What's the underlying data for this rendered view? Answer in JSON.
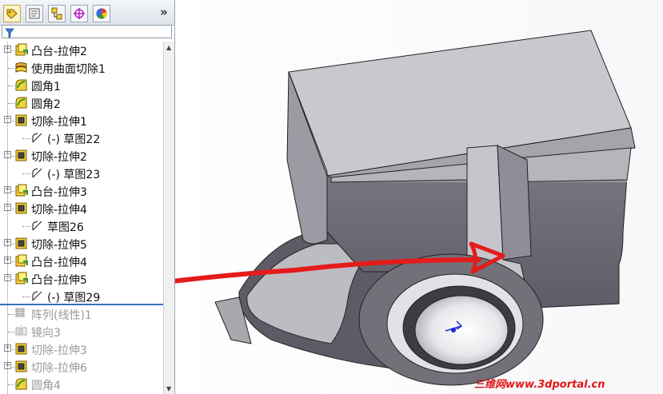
{
  "feature_manager": {
    "tabs": [
      {
        "name": "feature-manager-tab",
        "icon": "feature-tree-icon",
        "active": true
      },
      {
        "name": "property-manager-tab",
        "icon": "property-manager-icon",
        "active": false
      },
      {
        "name": "configuration-manager-tab",
        "icon": "configuration-manager-icon",
        "active": false
      },
      {
        "name": "dimxpert-manager-tab",
        "icon": "dimxpert-icon",
        "active": false
      },
      {
        "name": "display-manager-tab",
        "icon": "display-manager-icon",
        "active": false
      }
    ],
    "more_label": "»",
    "filter_icon": "filter-icon",
    "tree": [
      {
        "label": "凸台-拉伸2",
        "icon": "boss-extrude-icon",
        "expandable": true,
        "level": 0,
        "suppressed": false
      },
      {
        "label": "使用曲面切除1",
        "icon": "surface-cut-icon",
        "expandable": false,
        "level": 0,
        "suppressed": false
      },
      {
        "label": "圆角1",
        "icon": "fillet-icon",
        "expandable": false,
        "level": 0,
        "suppressed": false
      },
      {
        "label": "圆角2",
        "icon": "fillet-icon",
        "expandable": false,
        "level": 0,
        "suppressed": false
      },
      {
        "label": "切除-拉伸1",
        "icon": "cut-extrude-icon",
        "expandable": true,
        "expanded": true,
        "level": 0,
        "suppressed": false
      },
      {
        "label": "(-) 草图22",
        "icon": "sketch-icon",
        "expandable": false,
        "level": 1,
        "suppressed": false
      },
      {
        "label": "切除-拉伸2",
        "icon": "cut-extrude-icon",
        "expandable": true,
        "expanded": true,
        "level": 0,
        "suppressed": false
      },
      {
        "label": "(-) 草图23",
        "icon": "sketch-icon",
        "expandable": false,
        "level": 1,
        "suppressed": false
      },
      {
        "label": "凸台-拉伸3",
        "icon": "boss-extrude-icon",
        "expandable": true,
        "level": 0,
        "suppressed": false
      },
      {
        "label": "切除-拉伸4",
        "icon": "cut-extrude-icon",
        "expandable": true,
        "expanded": true,
        "level": 0,
        "suppressed": false
      },
      {
        "label": "草图26",
        "icon": "sketch-icon",
        "expandable": false,
        "level": 1,
        "suppressed": false
      },
      {
        "label": "切除-拉伸5",
        "icon": "cut-extrude-icon",
        "expandable": true,
        "level": 0,
        "suppressed": false
      },
      {
        "label": "凸台-拉伸4",
        "icon": "boss-extrude-icon",
        "expandable": true,
        "level": 0,
        "suppressed": false
      },
      {
        "label": "凸台-拉伸5",
        "icon": "boss-extrude-icon",
        "expandable": true,
        "expanded": true,
        "level": 0,
        "suppressed": false
      },
      {
        "label": "(-) 草图29",
        "icon": "sketch-icon",
        "expandable": false,
        "level": 1,
        "suppressed": false
      },
      {
        "label": "阵列(线性)1",
        "icon": "linear-pattern-icon",
        "expandable": false,
        "level": 0,
        "suppressed": true
      },
      {
        "label": "镜向3",
        "icon": "mirror-icon",
        "expandable": false,
        "level": 0,
        "suppressed": true
      },
      {
        "label": "切除-拉伸3",
        "icon": "cut-extrude-icon",
        "expandable": true,
        "level": 0,
        "suppressed": true
      },
      {
        "label": "切除-拉伸6",
        "icon": "cut-extrude-icon",
        "expandable": true,
        "level": 0,
        "suppressed": true
      },
      {
        "label": "圆角4",
        "icon": "fillet-icon",
        "expandable": false,
        "level": 0,
        "suppressed": true
      }
    ]
  },
  "viewport": {
    "model": "3d-part-model",
    "annotation": "red-arrow",
    "triad_icon": "sketch-origin-icon"
  },
  "watermark": "三维网www.3dportal.cn",
  "colors": {
    "annotation": "#e41b1b",
    "model_face": "#8c8a96",
    "rollback_bar": "#3b6fb5",
    "suppressed_text": "#9a9a9a"
  }
}
